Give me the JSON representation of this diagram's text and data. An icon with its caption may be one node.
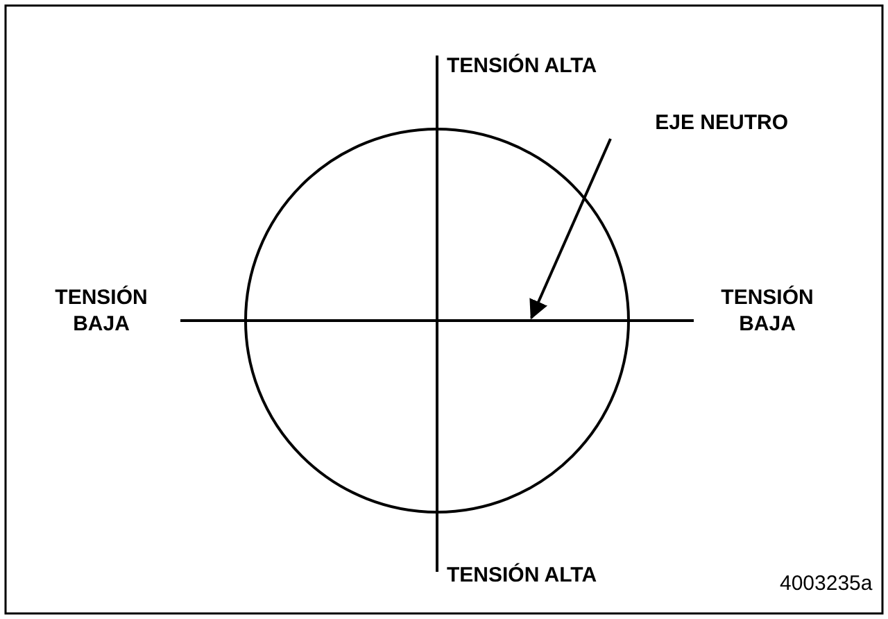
{
  "diagram": {
    "nodes": [
      {
        "text": [
          "EJE NEUTRO"
        ]
      },
      {
        "text": [],
        "shape": "bar"
      }
    ],
    "edges": [
      {
        "from": 0,
        "to": 1,
        "arrow": "to"
      }
    ],
    "labels": [
      "TENSIÓN ALTA",
      "TENSIÓN BAJA",
      "TENSIÓN BAJA",
      "TENSIÓN ALTA",
      "4003235a"
    ]
  }
}
